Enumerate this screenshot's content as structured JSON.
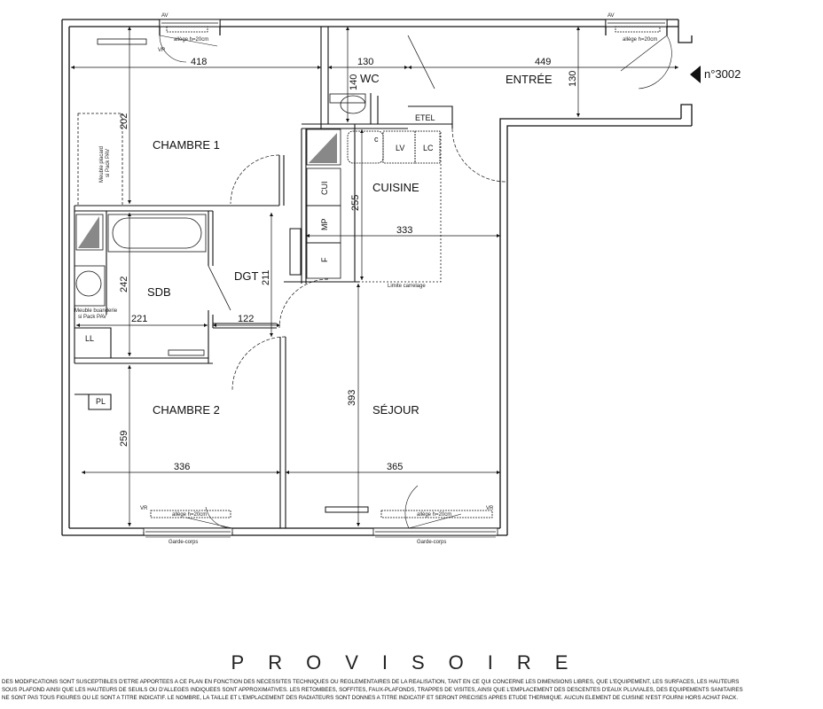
{
  "apartment": {
    "number": "n°3002"
  },
  "rooms": {
    "chambre1": "CHAMBRE 1",
    "chambre2": "CHAMBRE 2",
    "sdb": "SDB",
    "dgt": "DGT",
    "wc": "WC",
    "entree": "ENTRÉE",
    "cuisine": "CUISINE",
    "sejour": "SÉJOUR"
  },
  "dimensions": {
    "d418": "418",
    "d130a": "130",
    "d449": "449",
    "d130b": "130",
    "d140": "140",
    "d202": "202",
    "d255": "255",
    "d333": "333",
    "d242": "242",
    "d211": "211",
    "d221": "221",
    "d122": "122",
    "d393": "393",
    "d259": "259",
    "d336": "336",
    "d365": "365"
  },
  "labels": {
    "av": "AV",
    "vr": "VR",
    "allege": "allège h=20cm",
    "garde_corps": "Garde-corps",
    "etel": "ETEL",
    "lc": "LC",
    "lv": "LV",
    "cui": "CUI",
    "mp": "MP",
    "f": "F",
    "c": "c",
    "ll": "LL",
    "pl": "PL",
    "limite_carrelage": "Limite carrelage",
    "meuble_placard_1": "Meuble placard",
    "meuble_placard_2": "si Pack PAV",
    "meuble_buanderie_1": "Meuble buanderie",
    "meuble_buanderie_2": "si Pack PAV"
  },
  "footer": {
    "provisoire": "PROVISOIRE",
    "disclaimer": [
      "DES MODIFICATIONS SONT SUSCEPTIBLES D'ETRE APPORTEES A CE PLAN EN FONCTION DES NECESSITES TECHNIQUES OU REGLEMENTAIRES DE LA REALISATION, TANT EN CE QUI CONCERNE LES DIMENSIONS LIBRES, QUE L'EQUIPEMENT, LES SURFACES, LES HAUTEURS",
      "SOUS PLAFOND AINSI QUE LES HAUTEURS DE SEUILS OU D'ALLEGES INDIQUEES SONT APPROXIMATIVES. LES RETOMBEES, SOFFITES, FAUX-PLAFONDS, TRAPPES DE VISITES, AINSI QUE L'EMPLACEMENT DES DESCENTES D'EAUX PLUVIALES, DES EQUIPEMENTS SANITAIRES",
      "NE SONT PAS TOUS FIGURES OU LE SONT A TITRE INDICATIF. LE NOMBRE, LA TAILLE ET L'EMPLACEMENT DES RADIATEURS SONT DONNES A TITRE INDICATIF ET SERONT PRECISES APRES ETUDE THERMIQUE. AUCUN ELEMENT DE CUISINE N'EST FOURNI HORS ACHAT PACK."
    ]
  }
}
